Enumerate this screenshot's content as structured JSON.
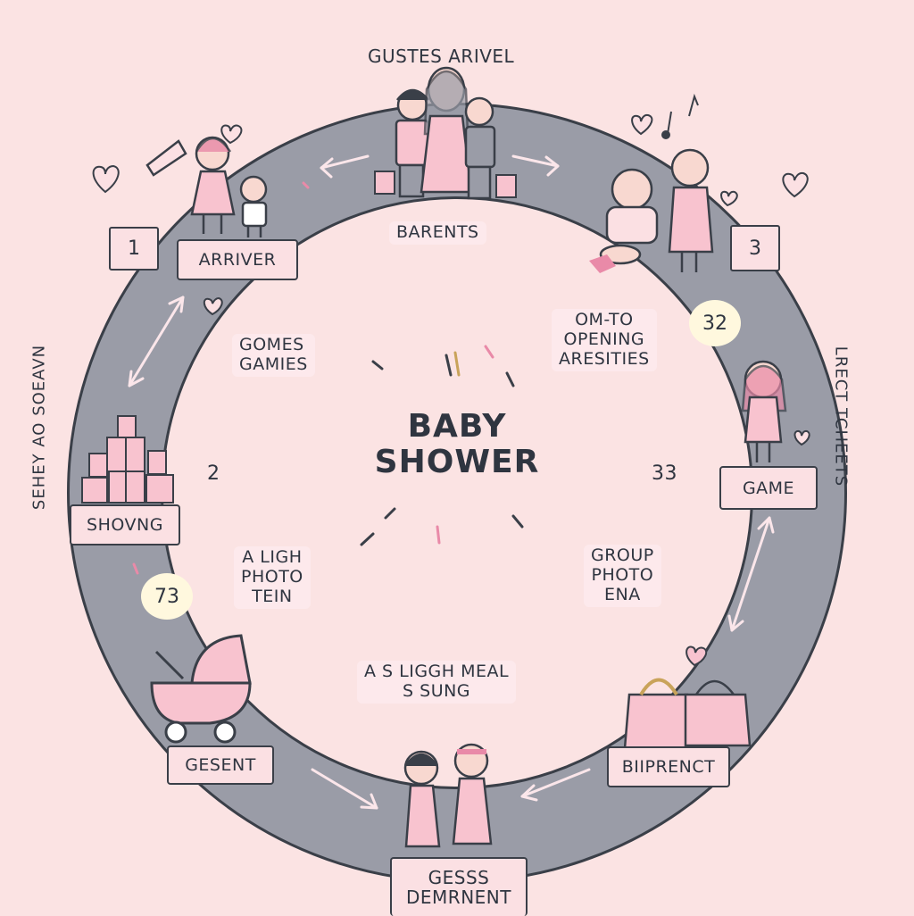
{
  "center_title": {
    "line1": "BABY",
    "line2": "SHOWER"
  },
  "top_title": "GUSTES ARIVEL",
  "inner_labels": {
    "parents": "BARENTS",
    "games_1": "GOMES",
    "games_2": "GAMIES",
    "opening_1": "OM-TO",
    "opening_2": "OPENING",
    "opening_3": "ARESITIES",
    "light_photo_1": "A LIGH",
    "light_photo_2": "PHOTO",
    "light_photo_3": "TEIN",
    "group_photo_1": "GROUP",
    "group_photo_2": "PHOTO",
    "group_photo_3": "ENA",
    "meal_1": "A S LIGGH MEAL",
    "meal_2": "S SUNG",
    "num_2": "2",
    "num_33": "33"
  },
  "stations": {
    "arrival": "ARRIVER",
    "showing": "SHOVNG",
    "game": "GAME",
    "gesent": "GESENT",
    "biiprenct": "BIIPRENCT",
    "bottom_1": "GESSS",
    "bottom_2": "DEMRNENT"
  },
  "step_numbers": {
    "one": "1",
    "three": "3"
  },
  "bubbles": {
    "b32": "32",
    "b73": "73"
  },
  "side_text": {
    "left": "SEHEY AO SOEAVN",
    "right": "LRECT TCHEETS"
  },
  "colors": {
    "background": "#fbe3e3",
    "ring": "#9a9ca7",
    "outline": "#3a3f48",
    "pink": "#f8c3cf",
    "accent_pink": "#e98aa8",
    "cream": "#fff8de"
  },
  "icons": [
    "heart-icon",
    "gift-box-icon",
    "baby-stroller-icon",
    "shopping-bag-icon",
    "music-note-icon",
    "arrow-icon"
  ]
}
